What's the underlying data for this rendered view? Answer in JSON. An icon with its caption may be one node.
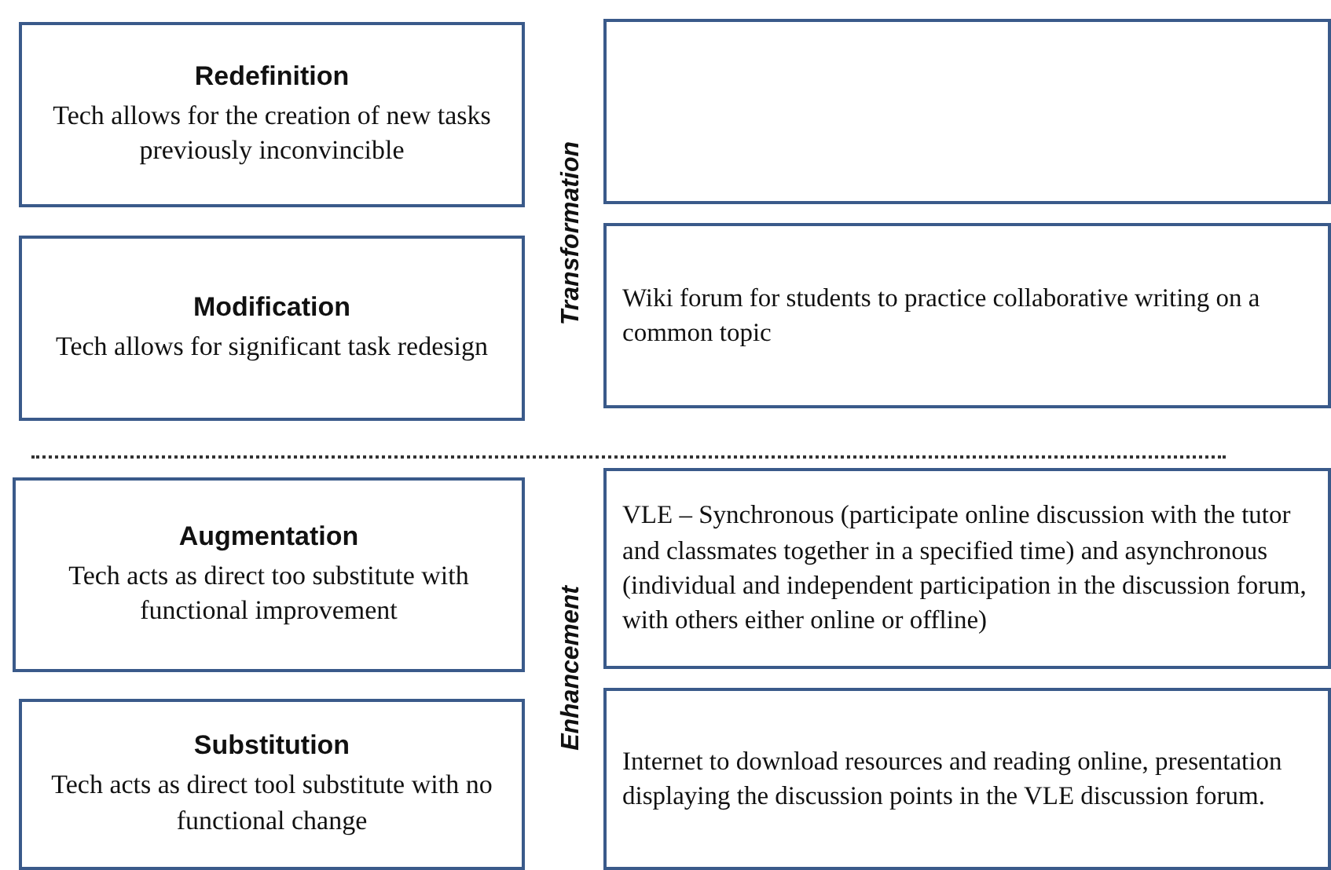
{
  "diagram": {
    "nodes": [
      {
        "text": [
          "Redefinition",
          "Tech allows for the creation of new tasks previously inconvincible"
        ]
      },
      {
        "text": [],
        "shape": "box"
      },
      {
        "text": [
          "Modification",
          "Tech allows for significant task redesign"
        ]
      },
      {
        "text": [
          "Wiki forum for students to practice collaborative writing on a common topic"
        ]
      },
      {
        "text": [
          "Augmentation",
          "Tech acts as direct too substitute with functional improvement"
        ]
      },
      {
        "text": [
          "VLE – Synchronous (participate online discussion with the tutor and classmates together in a specified time) and asynchronous (individual and independent participation in the discussion forum, with others either online or offline)"
        ]
      },
      {
        "text": [
          "Substitution",
          "Tech acts as direct tool substitute with no functional change"
        ]
      },
      {
        "text": [
          "Internet to download resources and reading online, presentation displaying the discussion points in the VLE discussion forum."
        ]
      }
    ],
    "labels": [
      "Transformation",
      "Enhancement"
    ]
  }
}
